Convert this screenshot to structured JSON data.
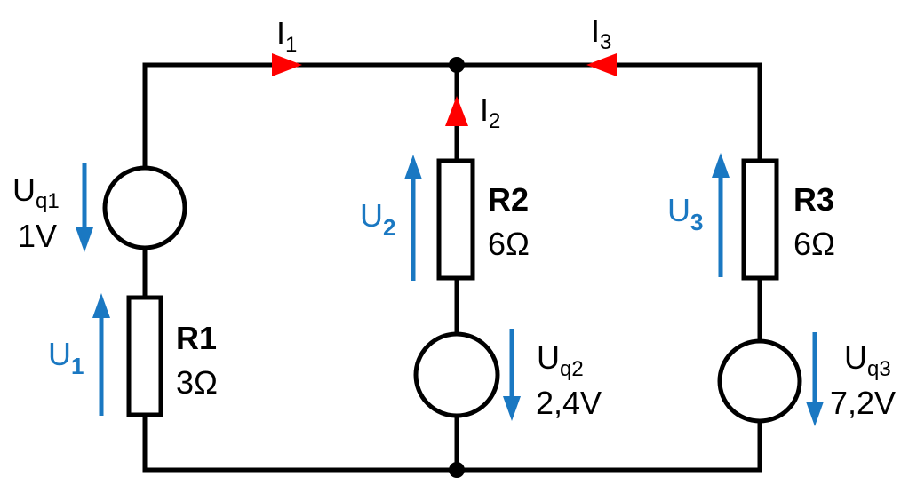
{
  "resistors": {
    "r1": {
      "name": "R1",
      "value": "3Ω"
    },
    "r2": {
      "name": "R2",
      "value": "6Ω"
    },
    "r3": {
      "name": "R3",
      "value": "6Ω"
    }
  },
  "sources": {
    "uq1": {
      "sym": "U",
      "sub": "q1",
      "value": "1V"
    },
    "uq2": {
      "sym": "U",
      "sub": "q2",
      "value": "2,4V"
    },
    "uq3": {
      "sym": "U",
      "sub": "q3",
      "value": "7,2V"
    }
  },
  "voltages": {
    "u1": {
      "sym": "U",
      "sub": "1"
    },
    "u2": {
      "sym": "U",
      "sub": "2"
    },
    "u3": {
      "sym": "U",
      "sub": "3"
    }
  },
  "currents": {
    "i1": {
      "sym": "I",
      "sub": "1"
    },
    "i2": {
      "sym": "I",
      "sub": "2"
    },
    "i3": {
      "sym": "I",
      "sub": "3"
    }
  },
  "colors": {
    "voltage_arrow": "#1a78c2",
    "current_arrow": "#ff0000",
    "wire": "#000000"
  }
}
